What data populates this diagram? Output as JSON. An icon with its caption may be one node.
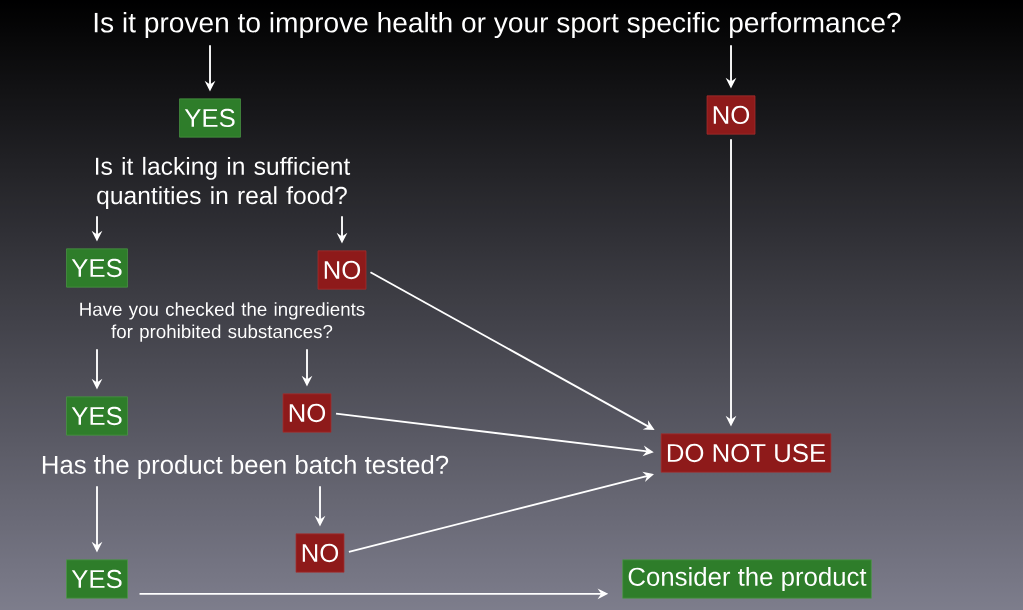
{
  "diagram": {
    "nodes": [
      {
        "text": [
          "Is it proven to improve health or your sport specific performance?"
        ]
      },
      {
        "text": [
          "YES"
        ]
      },
      {
        "text": [
          "NO"
        ]
      },
      {
        "text": [
          "Is it lacking in sufficient quantities in real food?"
        ]
      },
      {
        "text": [
          "YES"
        ]
      },
      {
        "text": [
          "NO"
        ]
      },
      {
        "text": [
          "Have you checked the ingredients for prohibited substances?"
        ]
      },
      {
        "text": [
          "YES"
        ]
      },
      {
        "text": [
          "NO"
        ]
      },
      {
        "text": [
          "Has the product been batch tested?"
        ]
      },
      {
        "text": [
          "DO NOT USE"
        ]
      },
      {
        "text": [
          "YES"
        ]
      },
      {
        "text": [
          "NO"
        ]
      },
      {
        "text": [
          "Consider the product"
        ]
      }
    ],
    "edges": [
      {
        "from": 0,
        "to": 1,
        "arrow": "to"
      },
      {
        "from": 0,
        "to": 2,
        "arrow": "to"
      },
      {
        "from": 3,
        "to": 4,
        "arrow": "to"
      },
      {
        "from": 3,
        "to": 5,
        "arrow": "to"
      },
      {
        "from": 2,
        "to": 10,
        "arrow": "to"
      },
      {
        "from": 5,
        "to": 10,
        "arrow": "to"
      },
      {
        "from": 6,
        "to": 7,
        "arrow": "to"
      },
      {
        "from": 6,
        "to": 8,
        "arrow": "to"
      },
      {
        "from": 8,
        "to": 10,
        "arrow": "to"
      },
      {
        "from": 9,
        "to": 11,
        "arrow": "to"
      },
      {
        "from": 9,
        "to": 12,
        "arrow": "to"
      },
      {
        "from": 12,
        "to": 10,
        "arrow": "to"
      },
      {
        "from": 11,
        "to": 13,
        "arrow": "to"
      }
    ]
  }
}
